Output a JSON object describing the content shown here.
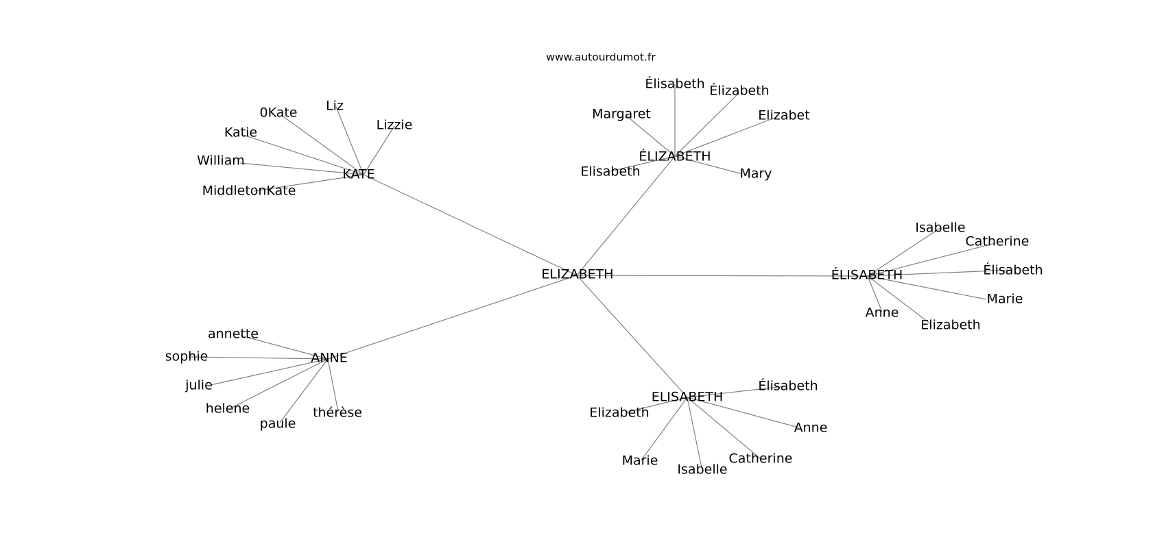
{
  "site": "www.autourdumot.fr",
  "graph": {
    "root": "ELIZABETH",
    "branches": [
      {
        "label": "KATE",
        "leaves": [
          "0Kate",
          "Liz",
          "Lizzie",
          "Katie",
          "William",
          "MiddletonKate"
        ]
      },
      {
        "label": "ÉLIZABETH",
        "leaves": [
          "Élisabeth",
          "Élizabeth",
          "Margaret",
          "Elizabet",
          "Elisabeth",
          "Mary"
        ]
      },
      {
        "label": "ÉLISABETH",
        "leaves": [
          "Isabelle",
          "Catherine",
          "Élisabeth",
          "Marie",
          "Anne",
          "Elizabeth"
        ]
      },
      {
        "label": "ANNE",
        "leaves": [
          "annette",
          "sophie",
          "julie",
          "helene",
          "paule",
          "thérèse"
        ]
      },
      {
        "label": "ELISABETH",
        "leaves": [
          "Élisabeth",
          "Elizabeth",
          "Anne",
          "Marie",
          "Isabelle",
          "Catherine"
        ]
      }
    ]
  },
  "colors": {
    "edge": "#808080",
    "text": "#000000",
    "background": "#ffffff"
  }
}
